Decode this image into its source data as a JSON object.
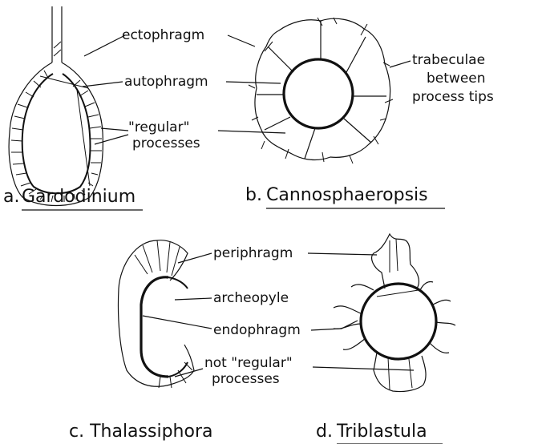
{
  "panels": {
    "a": {
      "caption_prefix": "a.",
      "caption_genus": "Gardodinium",
      "labels": {
        "ectophragm": "ectophragm",
        "autophragm": "autophragm",
        "regular_line1": "\"regular\"",
        "regular_line2": "processes"
      }
    },
    "b": {
      "caption_prefix": "b.",
      "caption_genus": "Cannosphaeropsis",
      "labels": {
        "trabeculae_line1": "trabeculae",
        "trabeculae_line2": "between",
        "trabeculae_line3": "process tips"
      }
    },
    "c": {
      "caption": "c. Thalassiphora",
      "labels": {
        "periphragm": "periphragm",
        "archeopyle": "archeopyle",
        "endophragm": "endophragm",
        "not_regular_line1": "not \"regular\"",
        "not_regular_line2": "processes"
      }
    },
    "d": {
      "caption_prefix": "d.",
      "caption_genus": "Triblastula"
    }
  },
  "colors": {
    "ink": "#111111",
    "background": "#ffffff"
  }
}
